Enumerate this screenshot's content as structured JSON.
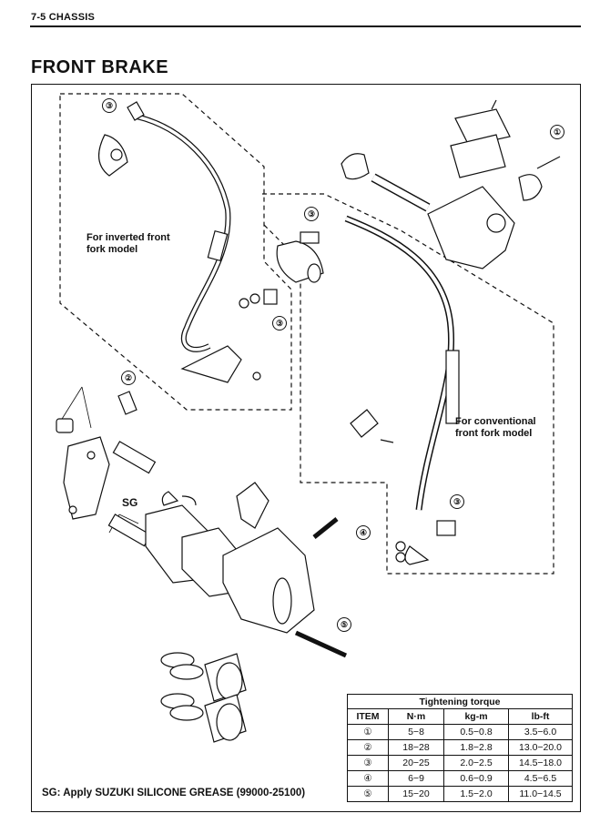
{
  "header": {
    "section": "7-5 CHASSIS"
  },
  "page_title": "FRONT BRAKE",
  "notes": {
    "inverted": [
      "For inverted front",
      "fork model"
    ],
    "conventional": [
      "For conventional",
      "front fork model"
    ],
    "sg": "SG"
  },
  "callouts": [
    "③",
    "①",
    "③",
    "③",
    "②",
    "④",
    "③",
    "⑤"
  ],
  "footnote": "SG: Apply SUZUKI SILICONE GREASE (99000-25100)",
  "torque_table": {
    "caption": "Tightening torque",
    "headers": [
      "ITEM",
      "N·m",
      "kg-m",
      "lb-ft"
    ],
    "rows": [
      {
        "item": "①",
        "nm": "5−8",
        "kgm": "0.5−0.8",
        "lbft": "3.5−6.0"
      },
      {
        "item": "②",
        "nm": "18−28",
        "kgm": "1.8−2.8",
        "lbft": "13.0−20.0"
      },
      {
        "item": "③",
        "nm": "20−25",
        "kgm": "2.0−2.5",
        "lbft": "14.5−18.0"
      },
      {
        "item": "④",
        "nm": "6−9",
        "kgm": "0.6−0.9",
        "lbft": "4.5−6.5"
      },
      {
        "item": "⑤",
        "nm": "15−20",
        "kgm": "1.5−2.0",
        "lbft": "11.0−14.5"
      }
    ]
  }
}
